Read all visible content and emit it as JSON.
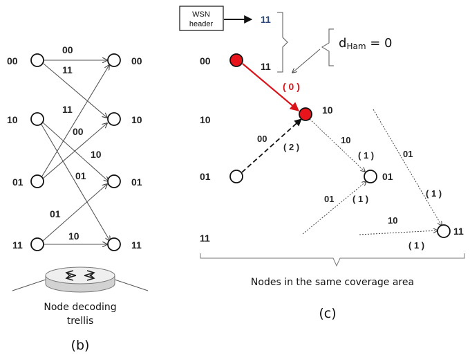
{
  "trellis": {
    "state_labels_left": [
      "00",
      "10",
      "01",
      "11"
    ],
    "state_labels_right": [
      "00",
      "10",
      "01",
      "11"
    ],
    "branch_labels": [
      "00",
      "11",
      "11",
      "00",
      "10",
      "01",
      "01",
      "10"
    ],
    "router_caption_line1": "Node decoding",
    "router_caption_line2": "trellis",
    "panel_label": "(b)"
  },
  "network": {
    "wsn_header_line1": "WSN",
    "wsn_header_line2": "header",
    "header_bit_top": "11",
    "header_bit_bottom": "11",
    "dham_symbol": "d",
    "dham_subscript": "Ham",
    "dham_value": " = 0",
    "row_labels": [
      "00",
      "10",
      "01",
      "11"
    ],
    "metric_red": "( 0 )",
    "node_label_10": "10",
    "node_label_01": "01",
    "node_label_11": "11",
    "dashed_code": "00",
    "dashed_metric": "( 2 )",
    "edge_10_code": "10",
    "edge_10_metric": "( 1 )",
    "edge_01_code": "01",
    "edge_01_metric": "( 1 )",
    "edge_long_code": "01",
    "edge_long_metric": "( 1 )",
    "edge_bottom_code": "10",
    "edge_bottom_metric": "( 1 )",
    "coverage_caption": "Nodes in the same coverage area",
    "panel_label": "(c)"
  },
  "colors": {
    "highlight": "#e8141b",
    "header_bits": "#2b4a7a"
  }
}
